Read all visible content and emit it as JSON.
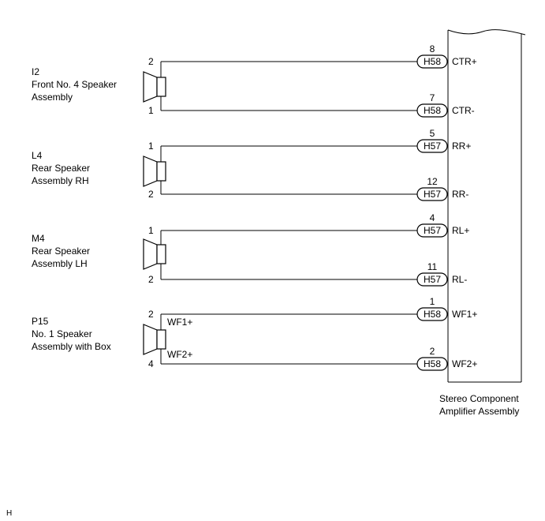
{
  "speakers": [
    {
      "code": "I2",
      "name_lines": [
        "Front No. 4 Speaker",
        "Assembly"
      ],
      "pin_top": "2",
      "pin_bottom": "1",
      "wire_top": "",
      "wire_bottom": ""
    },
    {
      "code": "L4",
      "name_lines": [
        "Rear Speaker",
        "Assembly RH"
      ],
      "pin_top": "1",
      "pin_bottom": "2",
      "wire_top": "",
      "wire_bottom": ""
    },
    {
      "code": "M4",
      "name_lines": [
        "Rear Speaker",
        "Assembly LH"
      ],
      "pin_top": "1",
      "pin_bottom": "2",
      "wire_top": "",
      "wire_bottom": ""
    },
    {
      "code": "P15",
      "name_lines": [
        "No. 1 Speaker",
        "Assembly with Box"
      ],
      "pin_top": "2",
      "pin_bottom": "4",
      "wire_top": "WF1+",
      "wire_bottom": "WF2+"
    }
  ],
  "terminals": [
    {
      "pin": "8",
      "connector": "H58",
      "signal": "CTR+"
    },
    {
      "pin": "7",
      "connector": "H58",
      "signal": "CTR-"
    },
    {
      "pin": "5",
      "connector": "H57",
      "signal": "RR+"
    },
    {
      "pin": "12",
      "connector": "H57",
      "signal": "RR-"
    },
    {
      "pin": "4",
      "connector": "H57",
      "signal": "RL+"
    },
    {
      "pin": "11",
      "connector": "H57",
      "signal": "RL-"
    },
    {
      "pin": "1",
      "connector": "H58",
      "signal": "WF1+"
    },
    {
      "pin": "2",
      "connector": "H58",
      "signal": "WF2+"
    }
  ],
  "amplifier": {
    "label_lines": [
      "Stereo Component",
      "Amplifier Assembly"
    ]
  },
  "corner_mark": "H"
}
